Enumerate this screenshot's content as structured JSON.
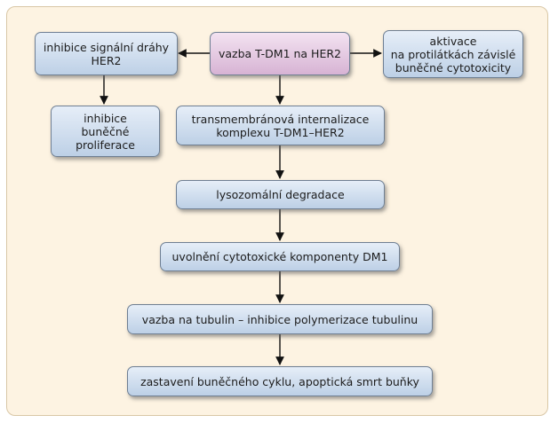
{
  "diagram": {
    "nodes": {
      "center": "vazba T-DM1 na HER2",
      "inhib_signal": "inhibice signální dráhy\nHER2",
      "adcc": "aktivace\nna protilátkách závislé\nbuněčné cytotoxicity",
      "inhib_prolif": "inhibice\nbuněčné\nproliferace",
      "internalization": "transmembránová internalizace\nkomplexu T-DM1–HER2",
      "lysosomal": "lysozomální degradace",
      "release": "uvolnění cytotoxické komponenty DM1",
      "tubulin": "vazba na tubulin – inhibice polymerizace tubulinu",
      "arrest": "zastavení buněčného cyklu, apoptická smrt buňky"
    },
    "edges": [
      {
        "from": "center",
        "to": "inhib_signal"
      },
      {
        "from": "center",
        "to": "adcc"
      },
      {
        "from": "inhib_signal",
        "to": "inhib_prolif"
      },
      {
        "from": "center",
        "to": "internalization"
      },
      {
        "from": "internalization",
        "to": "lysosomal"
      },
      {
        "from": "lysosomal",
        "to": "release"
      },
      {
        "from": "release",
        "to": "tubulin"
      },
      {
        "from": "tubulin",
        "to": "arrest"
      }
    ]
  }
}
